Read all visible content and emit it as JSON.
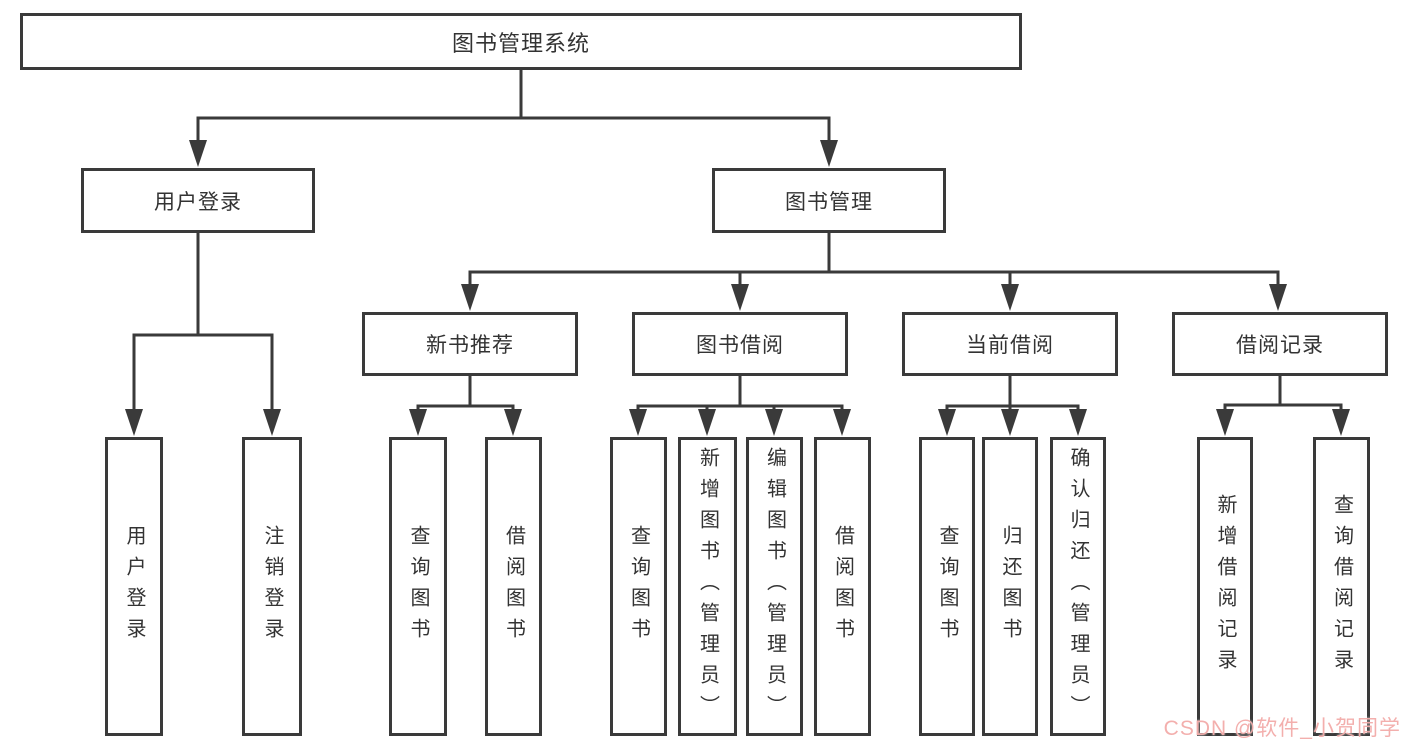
{
  "root_label": "图书管理系统",
  "level2": [
    "用户登录",
    "图书管理"
  ],
  "level3": [
    "新书推荐",
    "图书借阅",
    "当前借阅",
    "借阅记录"
  ],
  "groups": {
    "user_login_children": [
      "用户登录",
      "注销登录"
    ],
    "new_book_children": [
      "查询图书",
      "借阅图书"
    ],
    "book_borrow_children": [
      "查询图书",
      "新增图书（管理员）",
      "编辑图书（管理员）",
      "借阅图书"
    ],
    "current_borrow_children": [
      "查询图书",
      "归还图书",
      "确认归还（管理员）"
    ],
    "borrow_record_children": [
      "新增借阅记录",
      "查询借阅记录"
    ]
  },
  "watermark": "CSDN @软件_小贺同学",
  "colors": {
    "line": "#3a3a3a",
    "text": "#333333",
    "watermark": "#F2ABA9",
    "background": "#ffffff"
  }
}
